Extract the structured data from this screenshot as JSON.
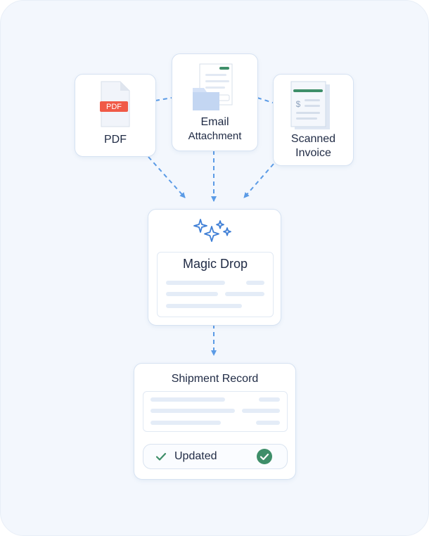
{
  "sources": [
    {
      "label_lines": [
        "PDF"
      ],
      "icon": "pdf-file-icon",
      "badge": "PDF"
    },
    {
      "label_lines": [
        "Email",
        "Attachment"
      ],
      "icon": "email-attachment-icon"
    },
    {
      "label_lines": [
        "Scanned",
        "Invoice"
      ],
      "icon": "scanned-invoice-icon",
      "symbol": "$"
    }
  ],
  "magic_drop": {
    "title": "Magic Drop",
    "icon": "sparkles-icon"
  },
  "shipment_record": {
    "title": "Shipment Record",
    "status": "Updated",
    "status_icon": "check-icon",
    "badge_icon": "check-circle-icon"
  },
  "colors": {
    "accent": "#5b9be6",
    "pdf_red": "#f05a47",
    "success_green": "#3e8e69",
    "sparkle_blue": "#3f7fd6",
    "text": "#1f2a44"
  }
}
